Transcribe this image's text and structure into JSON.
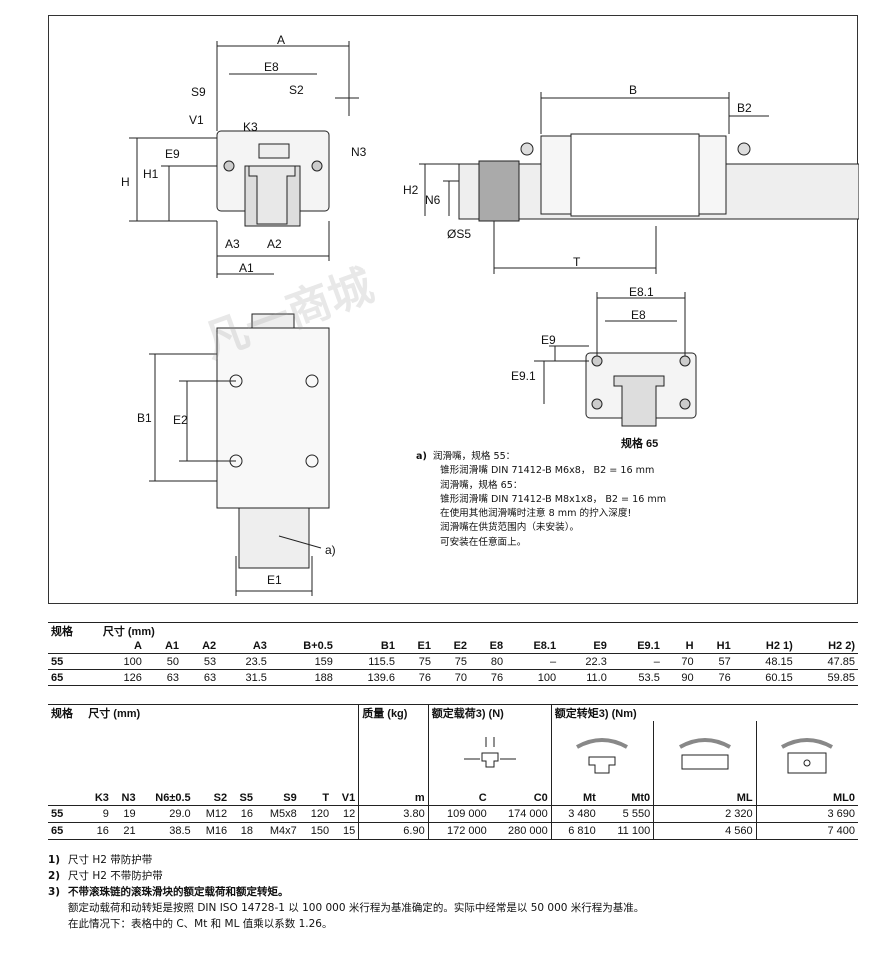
{
  "drawing": {
    "labels": {
      "A": "A",
      "E8": "E8",
      "S9": "S9",
      "S2": "S2",
      "V1": "V1",
      "K3": "K3",
      "N3": "N3",
      "E9": "E9",
      "H": "H",
      "H1": "H1",
      "A3": "A3",
      "A2": "A2",
      "A1": "A1",
      "B": "B",
      "B2": "B2",
      "H2": "H2",
      "N6": "N6",
      "S5": "ØS5",
      "T": "T",
      "E81": "E8.1",
      "E8b": "E8",
      "E9b": "E9",
      "E91": "E9.1",
      "size65": "规格 65",
      "B1": "B1",
      "E2": "E2",
      "E1": "E1",
      "a": "a)"
    },
    "note": {
      "tag": "a)",
      "lines": [
        "润滑嘴，规格 55：",
        "锥形润滑嘴 DIN 71412-B M6x8， B2 = 16 mm",
        "润滑嘴，规格 65：",
        "锥形润滑嘴 DIN 71412-B M8x1x8， B2 = 16 mm",
        "在使用其他润滑嘴时注意 8 mm 的拧入深度!",
        "润滑嘴在供货范围内（未安装）。",
        "可安装在任意面上。"
      ]
    },
    "watermark": "凡一商城"
  },
  "table1": {
    "head1": [
      "规格",
      "尺寸 (mm)"
    ],
    "cols": [
      "A",
      "A1",
      "A2",
      "A3",
      "B+0.5",
      "B1",
      "E1",
      "E2",
      "E8",
      "E8.1",
      "E9",
      "E9.1",
      "H",
      "H1",
      "H2 1)",
      "H2 2)"
    ],
    "rows": [
      [
        "55",
        "100",
        "50",
        "53",
        "23.5",
        "159",
        "115.5",
        "75",
        "75",
        "80",
        "–",
        "22.3",
        "–",
        "70",
        "57",
        "48.15",
        "47.85"
      ],
      [
        "65",
        "126",
        "63",
        "63",
        "31.5",
        "188",
        "139.6",
        "76",
        "70",
        "76",
        "100",
        "11.0",
        "53.5",
        "90",
        "76",
        "60.15",
        "59.85"
      ]
    ]
  },
  "table2": {
    "head1": [
      "规格",
      "尺寸 (mm)",
      "质量 (kg)",
      "额定载荷3) (N)",
      "额定转矩3) (Nm)"
    ],
    "cols": [
      "K3",
      "N3",
      "N6±0.5",
      "S2",
      "S5",
      "S9",
      "T",
      "V1",
      "m",
      "C",
      "C0",
      "Mt",
      "Mt0",
      "ML",
      "ML0"
    ],
    "rows": [
      [
        "55",
        "9",
        "19",
        "29.0",
        "M12",
        "16",
        "M5x8",
        "120",
        "12",
        "3.80",
        "109 000",
        "174 000",
        "3 480",
        "5 550",
        "2 320",
        "3 690"
      ],
      [
        "65",
        "16",
        "21",
        "38.5",
        "M16",
        "18",
        "M4x7",
        "150",
        "15",
        "6.90",
        "172 000",
        "280 000",
        "6 810",
        "11 100",
        "4 560",
        "7 400"
      ]
    ]
  },
  "footnotes": [
    {
      "n": "1)",
      "text": "尺寸 H2 带防护带"
    },
    {
      "n": "2)",
      "text": "尺寸 H2 不带防护带"
    },
    {
      "n": "3)",
      "text": "不带滚珠链的滚珠滑块的额定载荷和额定转矩。"
    },
    {
      "n": "",
      "text": "额定动载荷和动转矩是按照 DIN ISO 14728-1 以 100 000 米行程为基准确定的。实际中经常是以 50 000 米行程为基准。"
    },
    {
      "n": "",
      "text": "在此情况下：表格中的 C、Mt 和 ML 值乘以系数 1.26。"
    }
  ]
}
